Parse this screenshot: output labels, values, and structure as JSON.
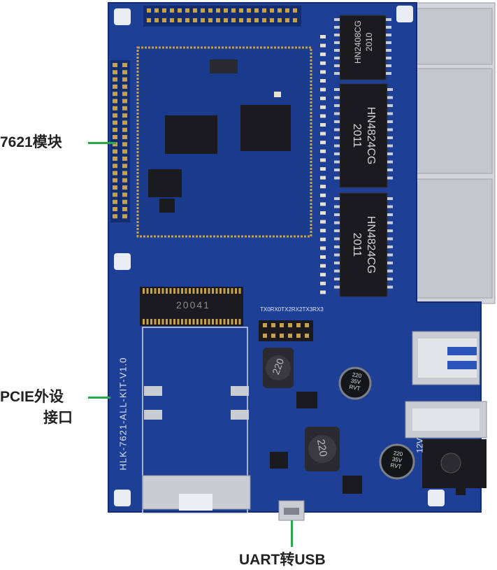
{
  "labels": {
    "module": "7621模块",
    "pcie_line1": "PCIE外设",
    "pcie_line2": "接口",
    "uart": "UART转USB"
  },
  "silkscreen": {
    "board_name": "HLK-7621-ALL-KIT-V1.0",
    "pcie_slot_code": "20041",
    "header_tx0": "TX0",
    "header_rx0": "RX0",
    "header_tx2": "TX2",
    "header_rx2": "RX2",
    "header_tx3": "TX3",
    "header_rx3": "RX3",
    "inductor1": "220",
    "inductor2": "220",
    "transformer1_part": "HN2408CG",
    "transformer1_date": "2010",
    "transformer2_part": "HN4824CG",
    "transformer2_date": "2011",
    "transformer3_part": "HN4824CG",
    "transformer3_date": "2011",
    "cap1_line1": "220",
    "cap1_line2": "35V",
    "cap1_line3": "RVT",
    "cap2_line1": "220",
    "cap2_line2": "35V",
    "cap2_line3": "RVT",
    "dc_label": "12V"
  },
  "colors": {
    "pcb": "#1d3f96",
    "pcb_dark": "#142c70",
    "lead": "#2aa84a",
    "gold": "#c8a24a",
    "metal": "#c9ccd2",
    "chip": "#1b1b1f"
  }
}
